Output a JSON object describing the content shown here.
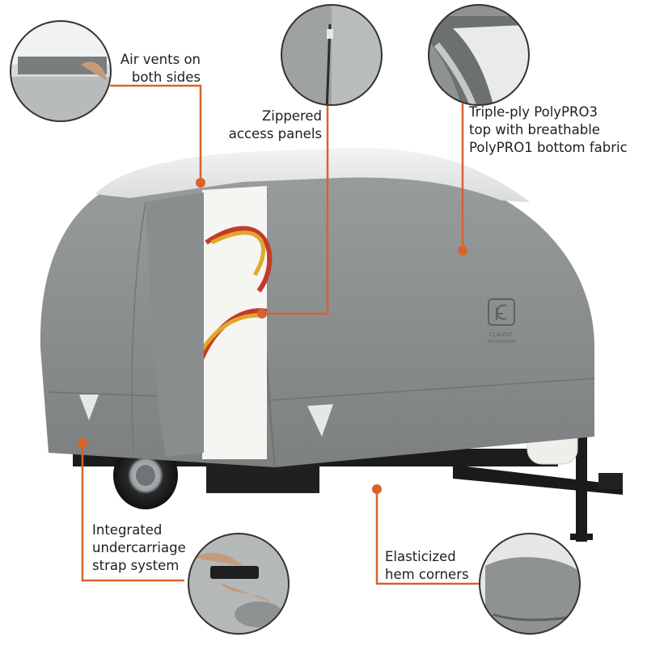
{
  "callouts": {
    "air_vents": {
      "lines": [
        "Air vents on",
        "both sides"
      ]
    },
    "zippered": {
      "lines": [
        "Zippered",
        "access panels"
      ]
    },
    "fabric": {
      "lines": [
        "Triple-ply PolyPRO3",
        "top with breathable",
        "PolyPRO1 bottom fabric"
      ]
    },
    "undercarriage": {
      "lines": [
        "Integrated",
        "undercarriage",
        "strap system"
      ]
    },
    "hem": {
      "lines": [
        "Elasticized",
        "hem corners"
      ]
    }
  },
  "logo": {
    "text_1": "CLASSIC",
    "text_2": "ACCESSORIES"
  },
  "colors": {
    "leader": "#d8622a",
    "cover_gray": "#8f9293",
    "cover_light": "#e3e5e6",
    "text": "#1e1e1e"
  }
}
